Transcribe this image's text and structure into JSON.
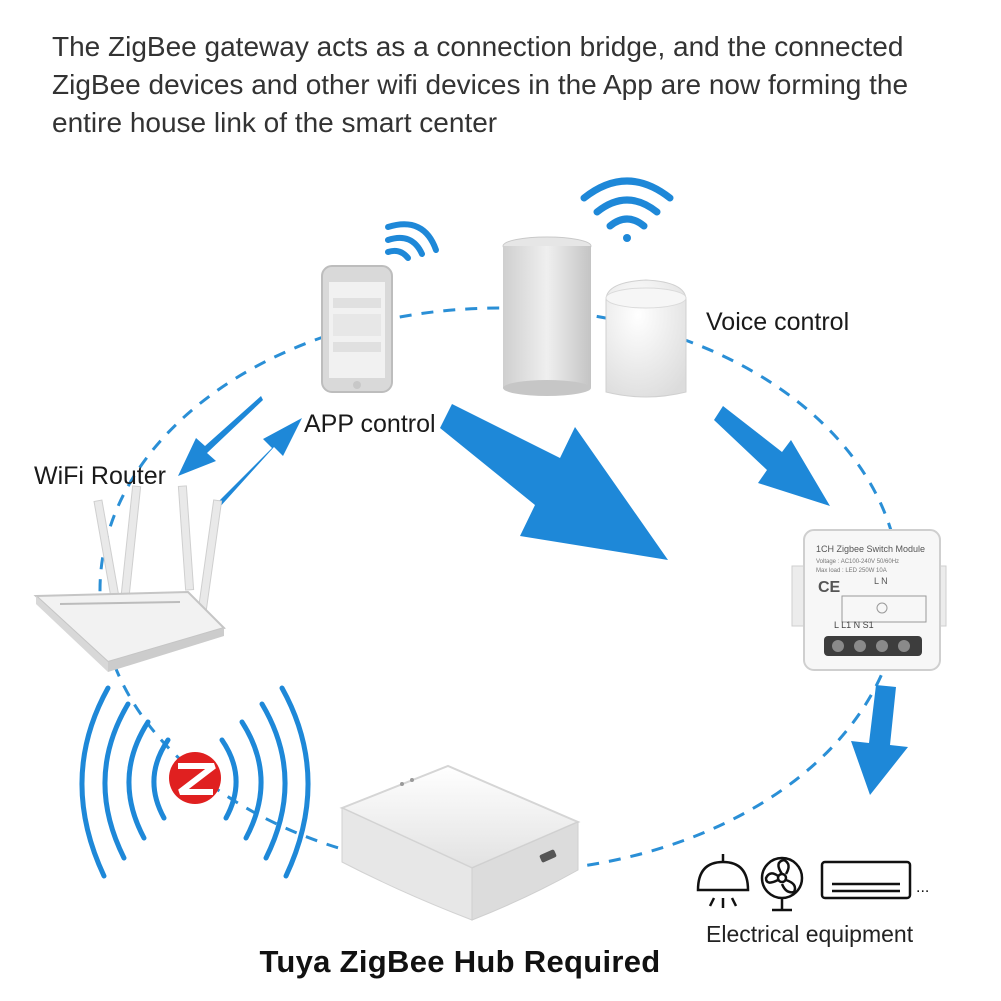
{
  "intro_text": "The ZigBee gateway acts as a connection bridge, and the connected ZigBee devices and other wifi devices in the App are now forming the entire house link of the smart center",
  "labels": {
    "app_control": "APP control",
    "voice_control": "Voice control",
    "wifi_router": "WiFi Router",
    "electrical_equipment": "Electrical equipment",
    "hub_required": "Tuya ZigBee Hub Required"
  },
  "module": {
    "title": "1CH Zigbee Switch Module",
    "voltage": "Voltage : AC100-240V 50/60Hz",
    "max_load": "Max load : LED 250W 10A",
    "ce_mark": "CE",
    "top_terminals": "L  N",
    "bottom_terminals": "L  L1  N  S1"
  },
  "equipment_more": "...",
  "colors": {
    "accent_blue": "#1e88d8",
    "dashed_line": "#2a8fd6",
    "zigbee_red": "#e02020",
    "device_white": "#f4f4f4",
    "text_dark": "#333333"
  },
  "icons": [
    "wifi-signal-icon",
    "zigbee-logo-icon",
    "ceiling-lamp-icon",
    "fan-icon",
    "air-conditioner-icon"
  ]
}
